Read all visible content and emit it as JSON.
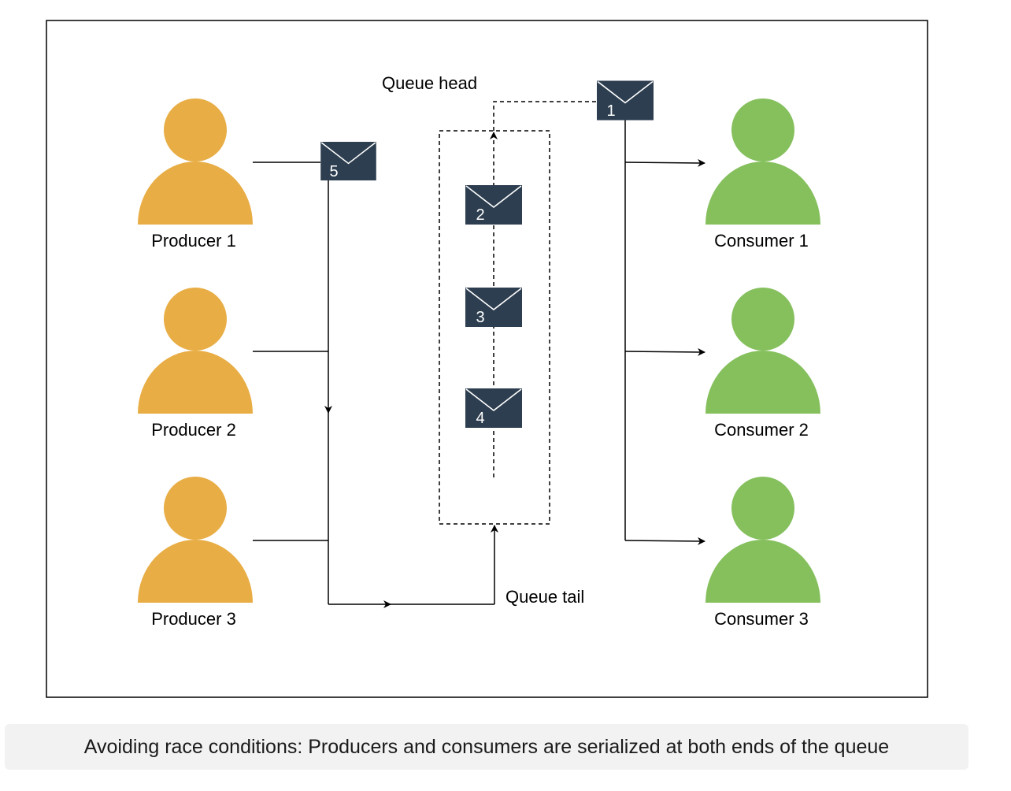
{
  "labels": {
    "queue_head": "Queue head",
    "queue_tail": "Queue tail"
  },
  "producers": [
    {
      "label": "Producer 1"
    },
    {
      "label": "Producer 2"
    },
    {
      "label": "Producer 3"
    }
  ],
  "consumers": [
    {
      "label": "Consumer 1"
    },
    {
      "label": "Consumer 2"
    },
    {
      "label": "Consumer 3"
    }
  ],
  "messages": {
    "incoming": "5",
    "outgoing": "1",
    "queued": [
      "2",
      "3",
      "4"
    ]
  },
  "caption": "Avoiding race conditions: Producers and consumers are serialized at both ends of the queue",
  "colors": {
    "producer": "#E8AD45",
    "consumer": "#85C05D",
    "envelope": "#2D3E50",
    "line": "#000000"
  }
}
